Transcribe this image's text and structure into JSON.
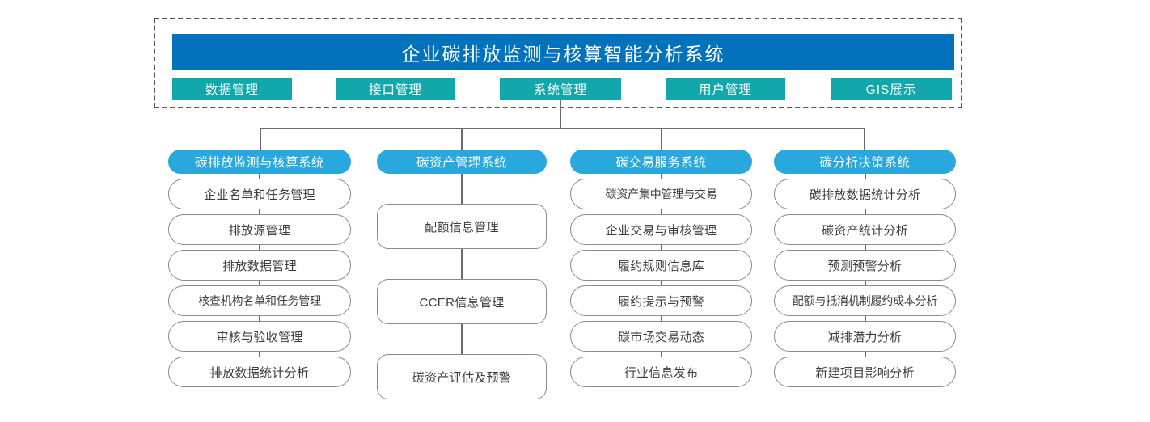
{
  "header": {
    "title": "企业碳排放监测与核算智能分析系统",
    "nav_items": [
      {
        "label": "数据管理"
      },
      {
        "label": "接口管理"
      },
      {
        "label": "系统管理"
      },
      {
        "label": "用户管理"
      },
      {
        "label": "GIS展示"
      }
    ]
  },
  "colors": {
    "title_bar": "#0272bc",
    "nav_button": "#12a8ab",
    "column_header": "#29a8dd",
    "node_border": "#8a8a8a",
    "connector": "#6c6c6c",
    "dashed_border": "#555555",
    "text_light": "#ffffff",
    "text_dark": "#3c3c3c"
  },
  "columns": [
    {
      "header": "碳排放监测与核算系统",
      "nodes": [
        {
          "label": "企业名单和任务管理"
        },
        {
          "label": "排放源管理"
        },
        {
          "label": "排放数据管理"
        },
        {
          "label": "核查机构名单和任务管理"
        },
        {
          "label": "审核与验收管理"
        },
        {
          "label": "排放数据统计分析"
        }
      ]
    },
    {
      "header": "碳资产管理系统",
      "nodes": [
        {
          "label": "配额信息管理"
        },
        {
          "label": "CCER信息管理"
        },
        {
          "label": "碳资产评估及预警"
        }
      ]
    },
    {
      "header": "碳交易服务系统",
      "nodes": [
        {
          "label": "碳资产集中管理与交易"
        },
        {
          "label": "企业交易与审核管理"
        },
        {
          "label": "履约规则信息库"
        },
        {
          "label": "履约提示与预警"
        },
        {
          "label": "碳市场交易动态"
        },
        {
          "label": "行业信息发布"
        }
      ]
    },
    {
      "header": "碳分析决策系统",
      "nodes": [
        {
          "label": "碳排放数据统计分析"
        },
        {
          "label": "碳资产统计分析"
        },
        {
          "label": "预测预警分析"
        },
        {
          "label": "配额与抵消机制履约成本分析"
        },
        {
          "label": "减排潜力分析"
        },
        {
          "label": "新建项目影响分析"
        }
      ]
    }
  ]
}
